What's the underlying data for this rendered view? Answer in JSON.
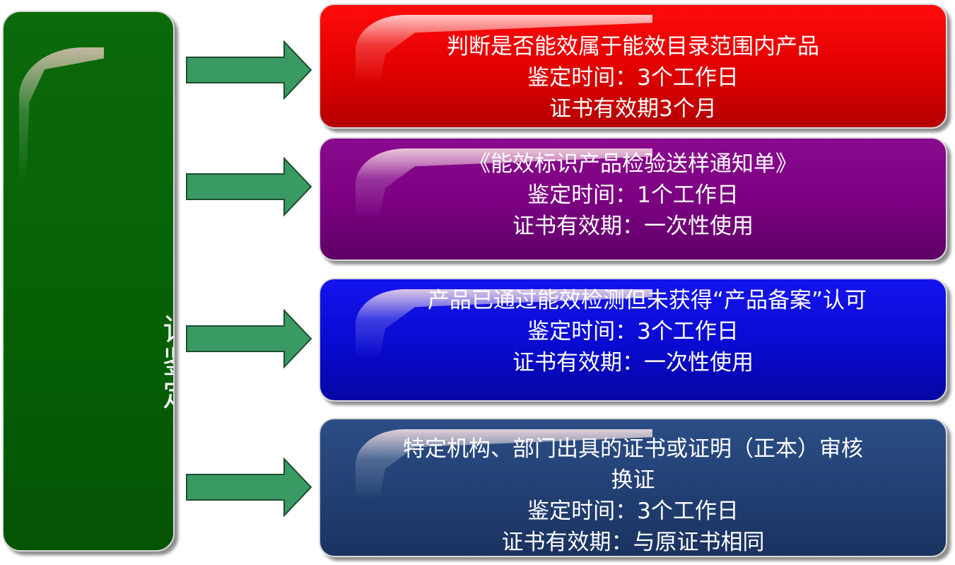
{
  "left": {
    "title": "能效标识鉴定",
    "color": "#056005"
  },
  "arrows": {
    "color": "#3a9a63",
    "outline": "#1e4e30"
  },
  "boxes": [
    {
      "color": "#e00000",
      "lines": [
        "判断是否能效属于能效目录范围内产品",
        "鉴定时间：3个工作日",
        "证书有效期3个月"
      ]
    },
    {
      "color": "#7a0080",
      "lines": [
        "《能效标识产品检验送样通知单》",
        "鉴定时间：1个工作日",
        "证书有效期：一次性使用"
      ]
    },
    {
      "color": "#0a0ad0",
      "lines": [
        "产品已通过能效检测但未获得“产品备案”认可",
        "鉴定时间：3个工作日",
        "证书有效期：一次性使用"
      ]
    },
    {
      "color": "#223f72",
      "lines": [
        "特定机构、部门出具的证书或证明（正本）审核",
        "换证",
        "鉴定时间：3个工作日",
        "证书有效期：与原证书相同"
      ]
    }
  ]
}
